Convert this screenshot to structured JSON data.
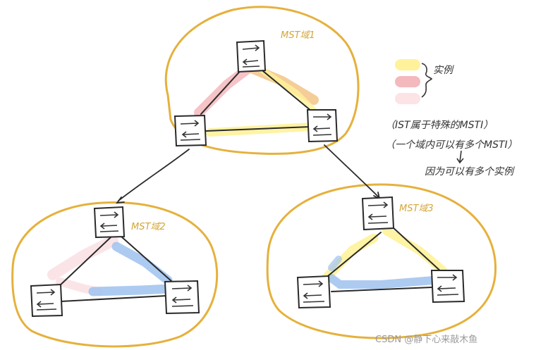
{
  "regions": [
    {
      "label": "MST域1"
    },
    {
      "label": "MST域2"
    },
    {
      "label": "MST域3"
    }
  ],
  "legend": {
    "items": [
      {
        "color": "#fff29a"
      },
      {
        "color": "#f4b9bd"
      },
      {
        "color": "#fbe3e6"
      }
    ],
    "brace_text": "实例",
    "line1": "（IST属于特殊的MSTI）",
    "line2": "（一个域内可以有多个MSTI）",
    "line3": "因为可以有多个实例"
  },
  "colors": {
    "region_outline": "#e5b13c",
    "yellow_path": "#fff29a",
    "pink_path": "#f4b9bd",
    "light_pink_path": "#fbe3e6",
    "blue_path": "#9fc2ef",
    "orange_path": "#f2c486",
    "link": "#2a2a2a"
  },
  "watermark": "CSDN @静下心来敲木鱼"
}
